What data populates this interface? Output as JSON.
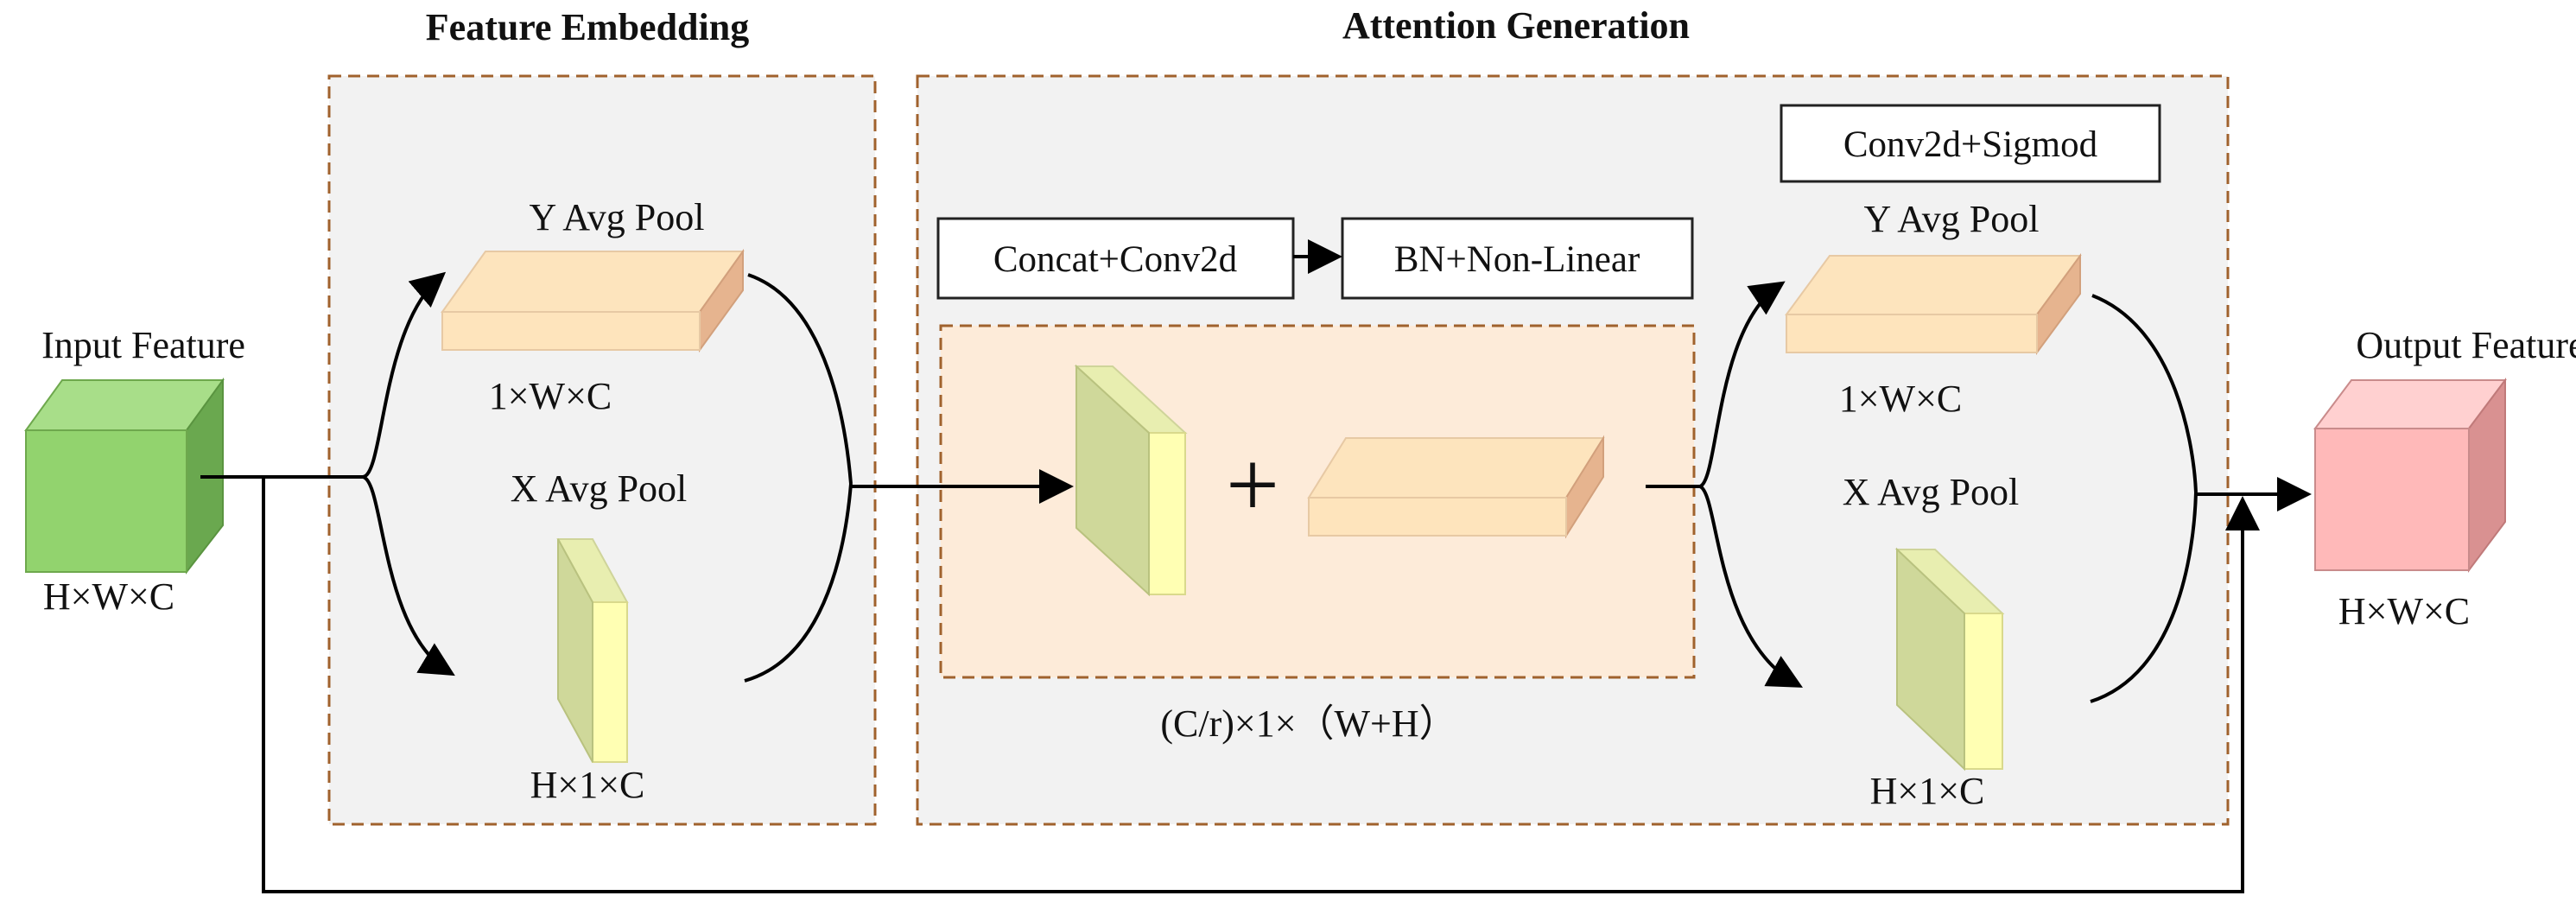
{
  "titles": {
    "feature_embedding": "Feature Embedding",
    "attention_generation": "Attention Generation"
  },
  "input": {
    "label": "Input Feature",
    "dims": "H×W×C"
  },
  "output": {
    "label": "Output Feature",
    "dims": "H×W×C"
  },
  "embedding": {
    "y_pool": "Y Avg Pool",
    "y_dims": "1×W×C",
    "x_pool": "X Avg Pool",
    "x_dims": "H×1×C"
  },
  "attention": {
    "concat_label": "Concat+Conv2d",
    "bn_label": "BN+Non-Linear",
    "plus": "+",
    "combined_dims": "(C/r)×1×（W+H）",
    "conv_sigmoid": "Conv2d+Sigmod",
    "y_pool": "Y Avg Pool",
    "y_dims": "1×W×C",
    "x_pool": "X Avg Pool",
    "x_dims": "H×1×C"
  },
  "colors": {
    "panel_border": "#a0622d",
    "panel_fill": "#f2f2f2",
    "inner_fill": "#fdebd9",
    "input_cube": "#92d36e",
    "output_cube": "#ffb9b9",
    "slab_top": "#fde4bd",
    "slab_side": "#e6b48f",
    "slice_front": "#cfd89a",
    "slice_side": "#ffffb3"
  }
}
